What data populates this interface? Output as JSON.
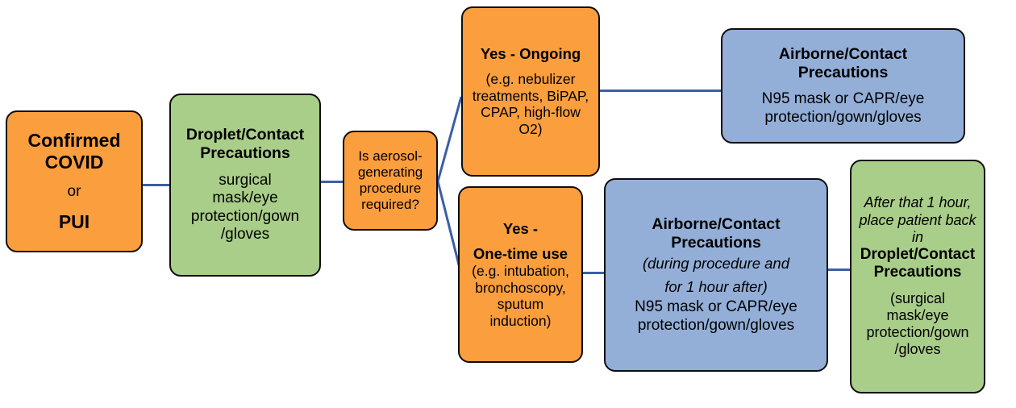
{
  "diagram": {
    "title": "COVID PPE / Precautions decision flowchart",
    "colors": {
      "orange": "#FB9E3E",
      "green": "#A9CE89",
      "blue": "#93AFD8",
      "connector": "#3A5FA8",
      "outline": "#0D0D0D"
    },
    "nodes": {
      "confirmed": {
        "title_line1": "Confirmed",
        "title_line2": "COVID",
        "conjunction": "or",
        "title_line3": "PUI"
      },
      "droplet": {
        "title_line1": "Droplet/Contact",
        "title_line2": "Precautions",
        "body_line1": "surgical",
        "body_line2": "mask/eye",
        "body_line3": "protection/gown",
        "body_line4": "/gloves"
      },
      "decision": {
        "line1": "Is aerosol-",
        "line2": "generating",
        "line3": "procedure",
        "line4": "required?"
      },
      "ongoing": {
        "title": "Yes - Ongoing",
        "body_line1": "(e.g. nebulizer",
        "body_line2": "treatments, BiPAP,",
        "body_line3": "CPAP, high-flow",
        "body_line4": "O2)"
      },
      "onetime": {
        "title_line1": "Yes -",
        "title_line2": "One-time use",
        "body_line1": "(e.g. intubation,",
        "body_line2": "bronchoscopy,",
        "body_line3": "sputum",
        "body_line4": "induction)"
      },
      "airborne_top": {
        "title_line1": "Airborne/Contact",
        "title_line2": "Precautions",
        "body_line1": "N95 mask or CAPR/eye",
        "body_line2": "protection/gown/gloves"
      },
      "airborne_bottom": {
        "title_line1": "Airborne/Contact",
        "title_line2": "Precautions",
        "italic_line1": "(during procedure and",
        "italic_line2": "for 1 hour after)",
        "body_line1": "N95 mask or CAPR/eye",
        "body_line2": "protection/gown/gloves"
      },
      "after_hour": {
        "italic_line1": "After that 1 hour,",
        "italic_line2": "place patient back",
        "italic_line3": "in",
        "title_line1": "Droplet/Contact",
        "title_line2": "Precautions",
        "body_line1": "(surgical",
        "body_line2": "mask/eye",
        "body_line3": "protection/gown",
        "body_line4": "/gloves"
      }
    },
    "edges": [
      {
        "from": "confirmed",
        "to": "droplet",
        "type": "straight"
      },
      {
        "from": "droplet",
        "to": "decision",
        "type": "straight"
      },
      {
        "from": "decision",
        "to": "ongoing",
        "type": "diagonal"
      },
      {
        "from": "decision",
        "to": "onetime",
        "type": "diagonal"
      },
      {
        "from": "ongoing",
        "to": "airborne_top",
        "type": "straight"
      },
      {
        "from": "onetime",
        "to": "airborne_bottom",
        "type": "straight"
      },
      {
        "from": "airborne_bottom",
        "to": "after_hour",
        "type": "straight"
      }
    ]
  }
}
